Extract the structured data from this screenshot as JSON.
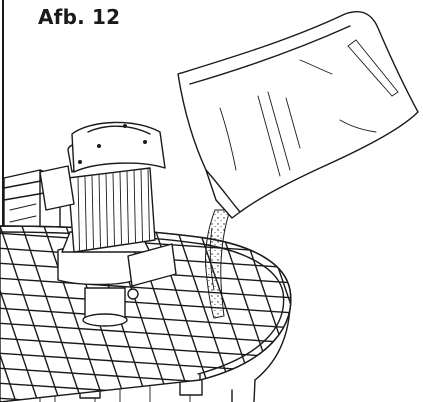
{
  "figure": {
    "label": "Afb. 12"
  },
  "illustration": {
    "parts": [
      "mixing-tank",
      "safety-grid",
      "motor",
      "powder-bag",
      "powder-stream",
      "bracket-arm"
    ]
  }
}
